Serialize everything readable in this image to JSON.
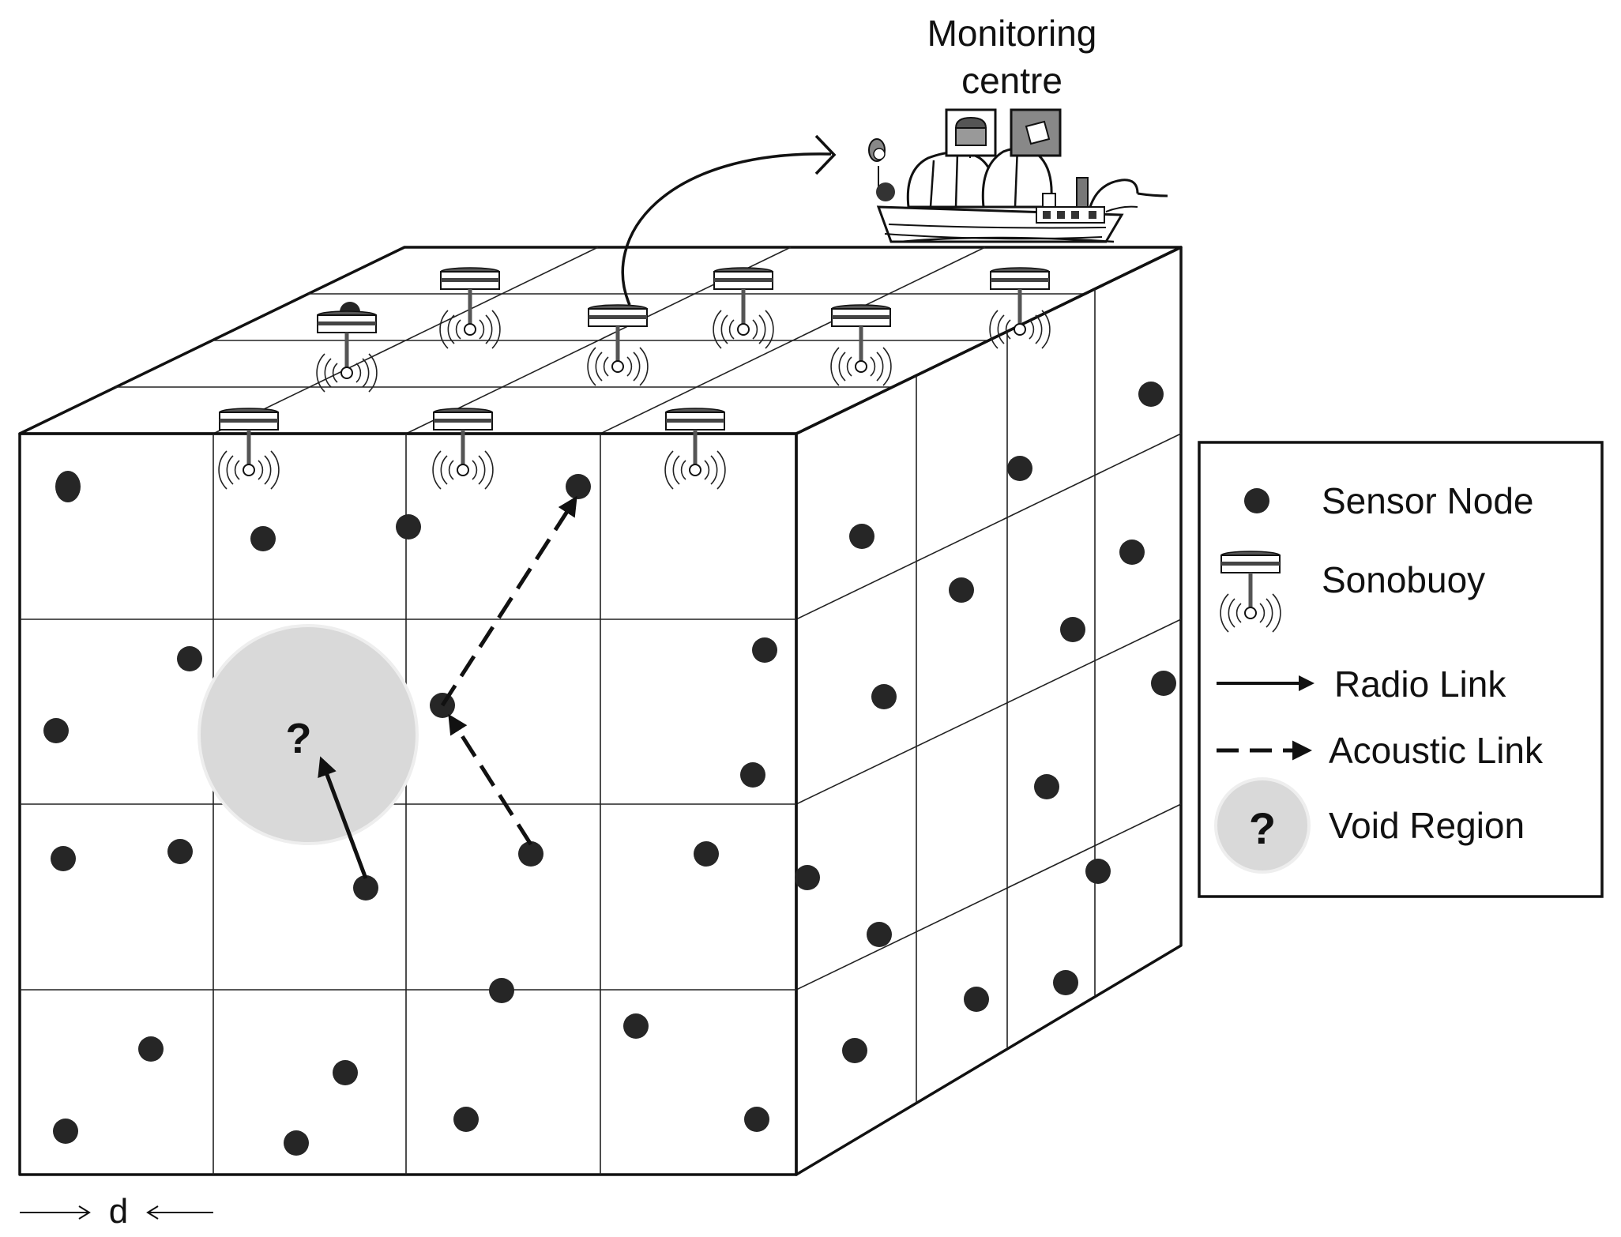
{
  "labels": {
    "monitoring_line1": "Monitoring",
    "monitoring_line2": "centre",
    "void_mark": "?",
    "spacing_label": "d"
  },
  "legend": {
    "sensor_node": "Sensor Node",
    "sonobuoy": "Sonobuoy",
    "radio_link": "Radio Link",
    "acoustic_link": "Acoustic Link",
    "void_mark": "?",
    "void_region": "Void Region"
  },
  "colors": {
    "node": "#262626",
    "void_fill": "#d9d9d9",
    "outline": "#111111"
  }
}
